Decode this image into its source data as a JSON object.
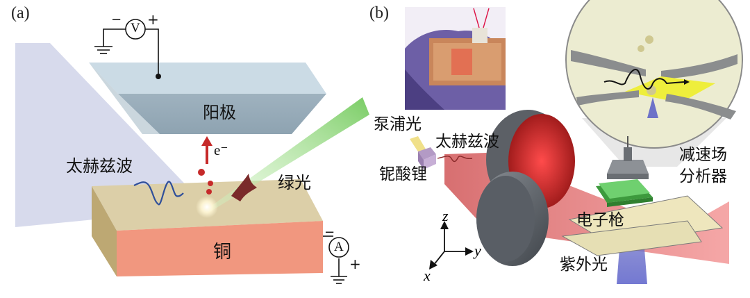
{
  "panel_a": {
    "tag": "(a)",
    "voltmeter": "V",
    "ammeter": "A",
    "anode": "阳极",
    "copper": "铜",
    "electron": "e⁻",
    "terahertz": "太赫兹波",
    "green_light": "绿光",
    "minus": "−",
    "plus": "+"
  },
  "panel_b": {
    "tag": "(b)",
    "pump_light": "泵浦光",
    "terahertz": "太赫兹波",
    "crystal": "铌酸锂",
    "analyzer_line1": "减速场",
    "analyzer_line2": "分析器",
    "electron_gun": "电子枪",
    "uv_light": "紫外光",
    "axis_z": "z",
    "axis_y": "y",
    "axis_x": "x"
  },
  "colors": {
    "anode": "#b9ccd8",
    "copper_top": "#d8c9a0",
    "copper_side": "#f0967f",
    "laser_green": "#7ed36b",
    "thz_red": "#e23b3b",
    "uv_blue": "#6a6fc8"
  }
}
